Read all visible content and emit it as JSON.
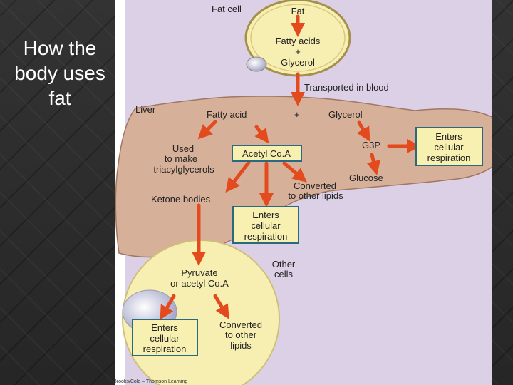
{
  "slide": {
    "title": "How the body uses fat",
    "colors": {
      "background": "#2b2b2b",
      "panel": "#dcd0e6",
      "liver": "#d7b09a",
      "fat_cell": "#f7efb1",
      "arrow": "#e34a1e",
      "box_fill": "#f8f0b0",
      "box_border": "#2a6a80",
      "title_text": "#ffffff"
    }
  },
  "diagram": {
    "fat_cell": "Fat cell",
    "fat": "Fat",
    "fatty_acids_glycerol": [
      "Fatty acids",
      "+",
      "Glycerol"
    ],
    "transported": "Transported in blood",
    "liver": "Liver",
    "fatty_acid": "Fatty acid",
    "plus": "+",
    "glycerol": "Glycerol",
    "g3p": "G3P",
    "enters_resp_right": [
      "Enters",
      "cellular",
      "respiration"
    ],
    "used_to_make": [
      "Used",
      "to make",
      "triacylglycerols"
    ],
    "acetyl_coa": "Acetyl Co.A",
    "glucose": "Glucose",
    "converted_lipids": [
      "Converted",
      "to other lipids"
    ],
    "ketone_bodies": "Ketone bodies",
    "enters_resp_center": [
      "Enters",
      "cellular",
      "respiration"
    ],
    "other_cells": [
      "Other",
      "cells"
    ],
    "pyruvate": [
      "Pyruvate",
      "or acetyl Co.A"
    ],
    "enters_resp_bottom": [
      "Enters",
      "cellular",
      "respiration"
    ],
    "converted_other_lipids": [
      "Converted",
      "to other",
      "lipids"
    ],
    "credit": "© Brooks/Cole – Thomson Learning"
  }
}
